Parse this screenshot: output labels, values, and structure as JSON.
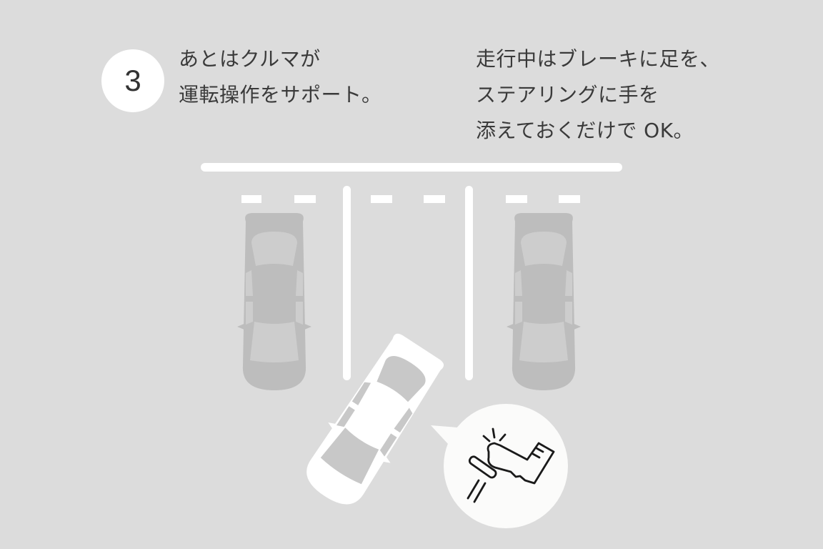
{
  "step": {
    "number": "3",
    "title_lines": [
      "あとはクルマが",
      "運転操作をサポート。"
    ]
  },
  "note": {
    "lines": [
      "走行中はブレーキに足を、",
      "ステアリングに手を",
      "添えておくだけで OK。"
    ]
  },
  "illustration": {
    "parked_cars": 2,
    "moving_car": "white-car-parking",
    "speech_bubble_icon": "foot-on-brake-pedal-icon"
  },
  "colors": {
    "background": "#dcdcdc",
    "parked_car": "#bdbdbd",
    "parked_car_window": "#cdcdcd",
    "moving_car": "#ffffff",
    "moving_car_window": "#c8c8c8",
    "lines": "#ffffff",
    "text": "#3a3a3a"
  }
}
